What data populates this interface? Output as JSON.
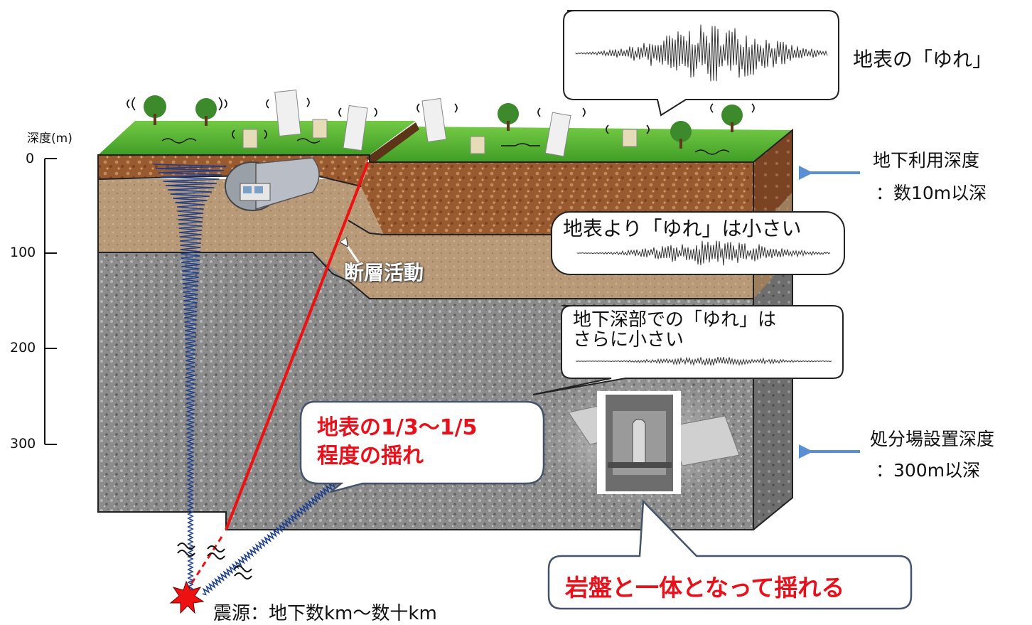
{
  "depth_axis": {
    "title": "深度(m)",
    "ticks": [
      {
        "label": "0",
        "value": 0
      },
      {
        "label": "100",
        "value": 100
      },
      {
        "label": "200",
        "value": 200
      },
      {
        "label": "300",
        "value": 300
      }
    ]
  },
  "surface_shaking": "地表の「ゆれ」",
  "underground_use": {
    "line1": "地下利用深度",
    "line2": "：数10m以深"
  },
  "shallow_shaking": "地表より「ゆれ」は小さい",
  "fault_activity": "断層活動",
  "deep_shaking": {
    "line1": "地下深部での「ゆれ」は",
    "line2": "さらに小さい"
  },
  "ratio_callout": {
    "line1": "地表の1/3～1/5",
    "line2": "程度の揺れ"
  },
  "repository_depth": {
    "line1": "処分場設置深度",
    "line2": "：300m以深"
  },
  "bedrock_callout": "岩盤と一体となって揺れる",
  "epicenter": "震源：地下数km～数十km",
  "colors": {
    "accent_red": "#e8101a",
    "arrow_blue": "#5b8fd4",
    "wave_blue": "#1e3f8c",
    "grass": "#5ab833"
  }
}
